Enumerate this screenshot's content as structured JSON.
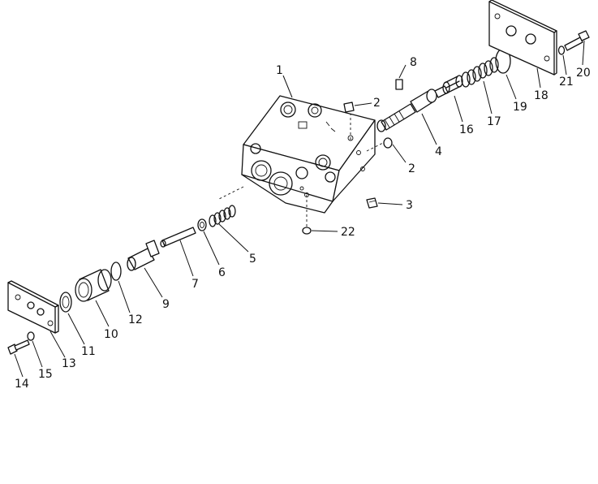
{
  "callouts": [
    {
      "id": "c1",
      "text": "1"
    },
    {
      "id": "c2a",
      "text": "2"
    },
    {
      "id": "c2b",
      "text": "2"
    },
    {
      "id": "c3",
      "text": "3"
    },
    {
      "id": "c4",
      "text": "4"
    },
    {
      "id": "c5",
      "text": "5"
    },
    {
      "id": "c6",
      "text": "6"
    },
    {
      "id": "c7",
      "text": "7"
    },
    {
      "id": "c8",
      "text": "8"
    },
    {
      "id": "c9",
      "text": "9"
    },
    {
      "id": "c10",
      "text": "10"
    },
    {
      "id": "c11",
      "text": "11"
    },
    {
      "id": "c12",
      "text": "12"
    },
    {
      "id": "c13",
      "text": "13"
    },
    {
      "id": "c14",
      "text": "14"
    },
    {
      "id": "c15",
      "text": "15"
    },
    {
      "id": "c16",
      "text": "16"
    },
    {
      "id": "c17",
      "text": "17"
    },
    {
      "id": "c18",
      "text": "18"
    },
    {
      "id": "c19",
      "text": "19"
    },
    {
      "id": "c20",
      "text": "20"
    },
    {
      "id": "c21",
      "text": "21"
    },
    {
      "id": "c22",
      "text": "22"
    }
  ]
}
